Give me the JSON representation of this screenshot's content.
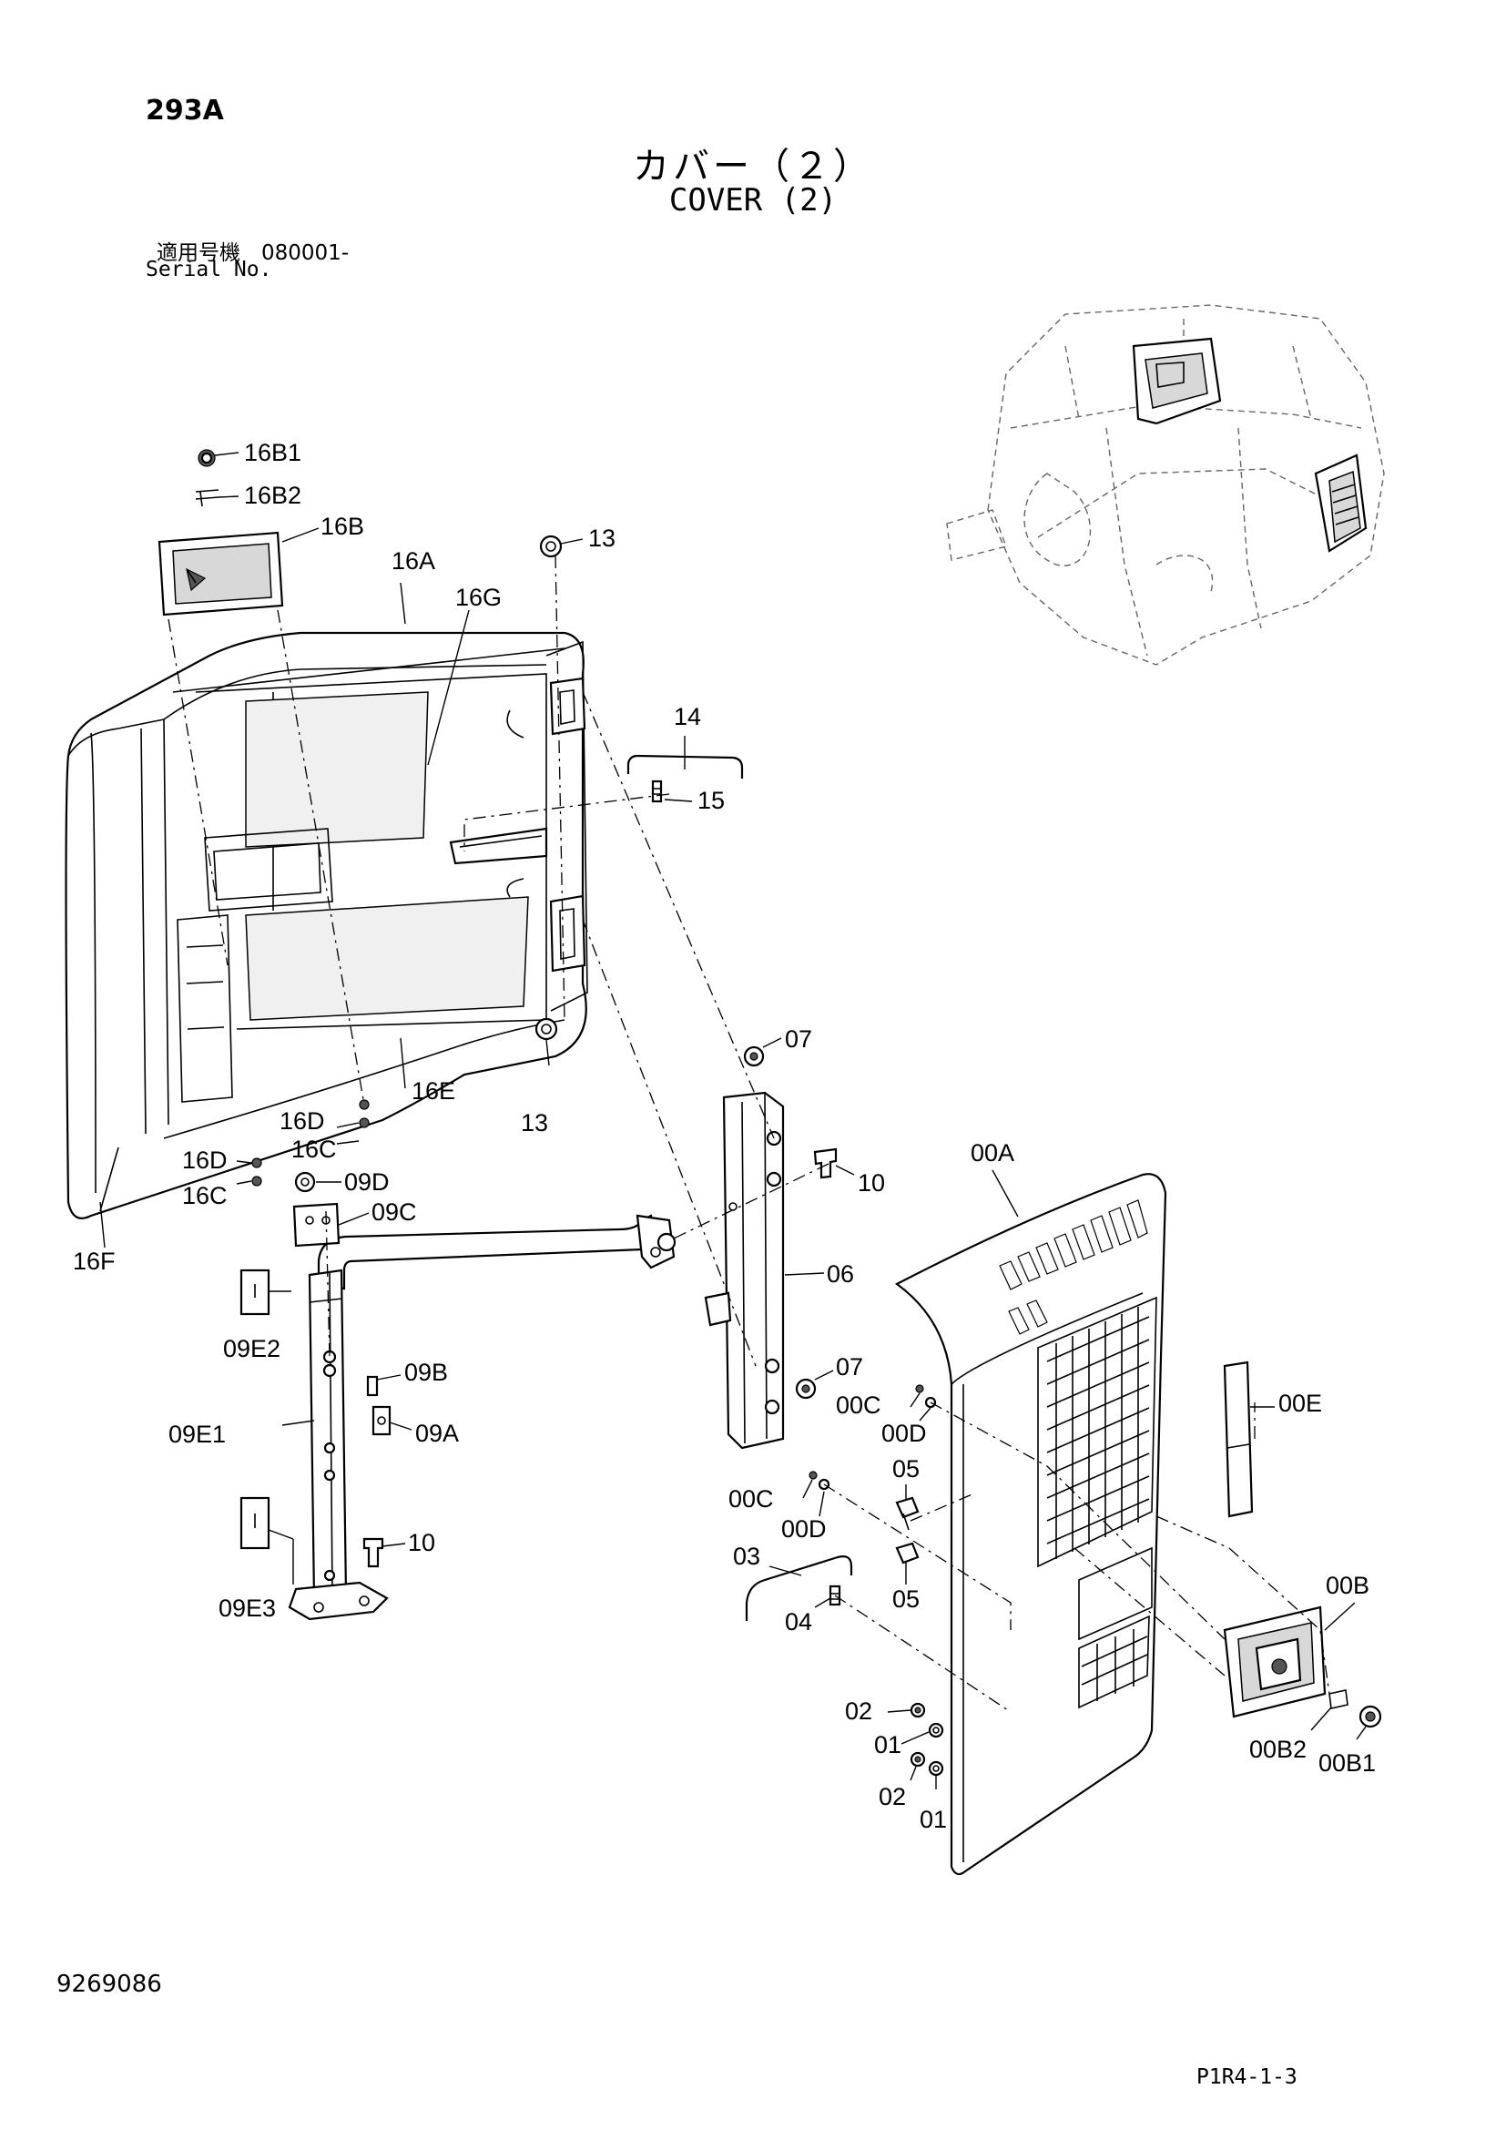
{
  "header": {
    "page_code": "293A",
    "title_jp": "カバー（２）",
    "title_en": "COVER (2)",
    "serial_label_jp": "適用号機　080001-",
    "serial_label_en": "Serial No."
  },
  "footer": {
    "doc_number": "9269086",
    "page_ref": "P1R4-1-3"
  },
  "callouts": {
    "c16B1": "16B1",
    "c16B2": "16B2",
    "c16B": "16B",
    "c16A": "16A",
    "c16G": "16G",
    "c13a": "13",
    "c13b": "13",
    "c14": "14",
    "c15": "15",
    "c16E": "16E",
    "c16Da": "16D",
    "c16Ca": "16C",
    "c16Db": "16D",
    "c16Cb": "16C",
    "c16F": "16F",
    "c09D": "09D",
    "c09C": "09C",
    "c09E2": "09E2",
    "c09B": "09B",
    "c09E1": "09E1",
    "c09A": "09A",
    "c10a": "10",
    "c10b": "10",
    "c09E3": "09E3",
    "c07a": "07",
    "c07b": "07",
    "c06": "06",
    "c00A": "00A",
    "c00E": "00E",
    "c00Ca": "00C",
    "c00Da": "00D",
    "c00Cb": "00C",
    "c00Db": "00D",
    "c05a": "05",
    "c05b": "05",
    "c03": "03",
    "c04": "04",
    "c00B": "00B",
    "c00B2": "00B2",
    "c00B1": "00B1",
    "c02a": "02",
    "c01a": "01",
    "c02b": "02",
    "c01b": "01"
  }
}
